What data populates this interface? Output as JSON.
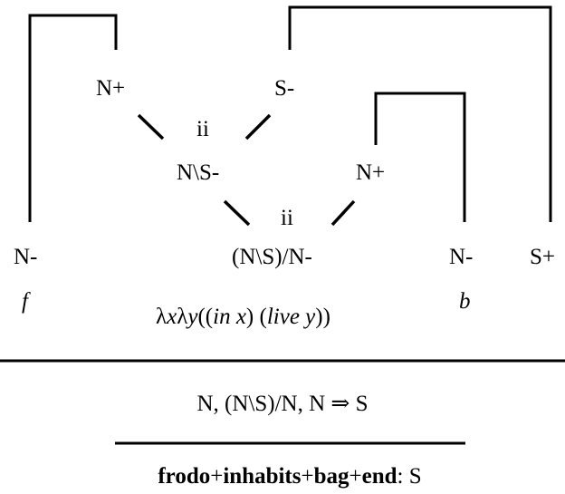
{
  "nodes": {
    "n_minus_left": "N-",
    "n_plus_top": "N+",
    "s_minus_top": "S-",
    "rule_label_upper": "ii",
    "n_bs_s_minus": "N\\S-",
    "n_plus_mid": "N+",
    "rule_label_lower": "ii",
    "ns_n_minus": "(N\\S)/N-",
    "n_minus_right": "N-",
    "s_plus_right": "S+"
  },
  "semantics": {
    "f": "f",
    "b": "b",
    "lambda_prefix": "λ",
    "lambda_var_x": "x",
    "lambda_mid": "λ",
    "lambda_var_y": "y",
    "open": "((",
    "in_x": "in x",
    "mid": ") (",
    "live_y": "live y",
    "close": "))"
  },
  "sequent": "N, (N\\S)/N, N ⇒ S",
  "conclusion": {
    "w1": "frodo",
    "p1": "+",
    "w2": "inhabits",
    "p2": "+",
    "w3": "bag",
    "p3": "+",
    "w4": "end",
    "type": ": S"
  }
}
